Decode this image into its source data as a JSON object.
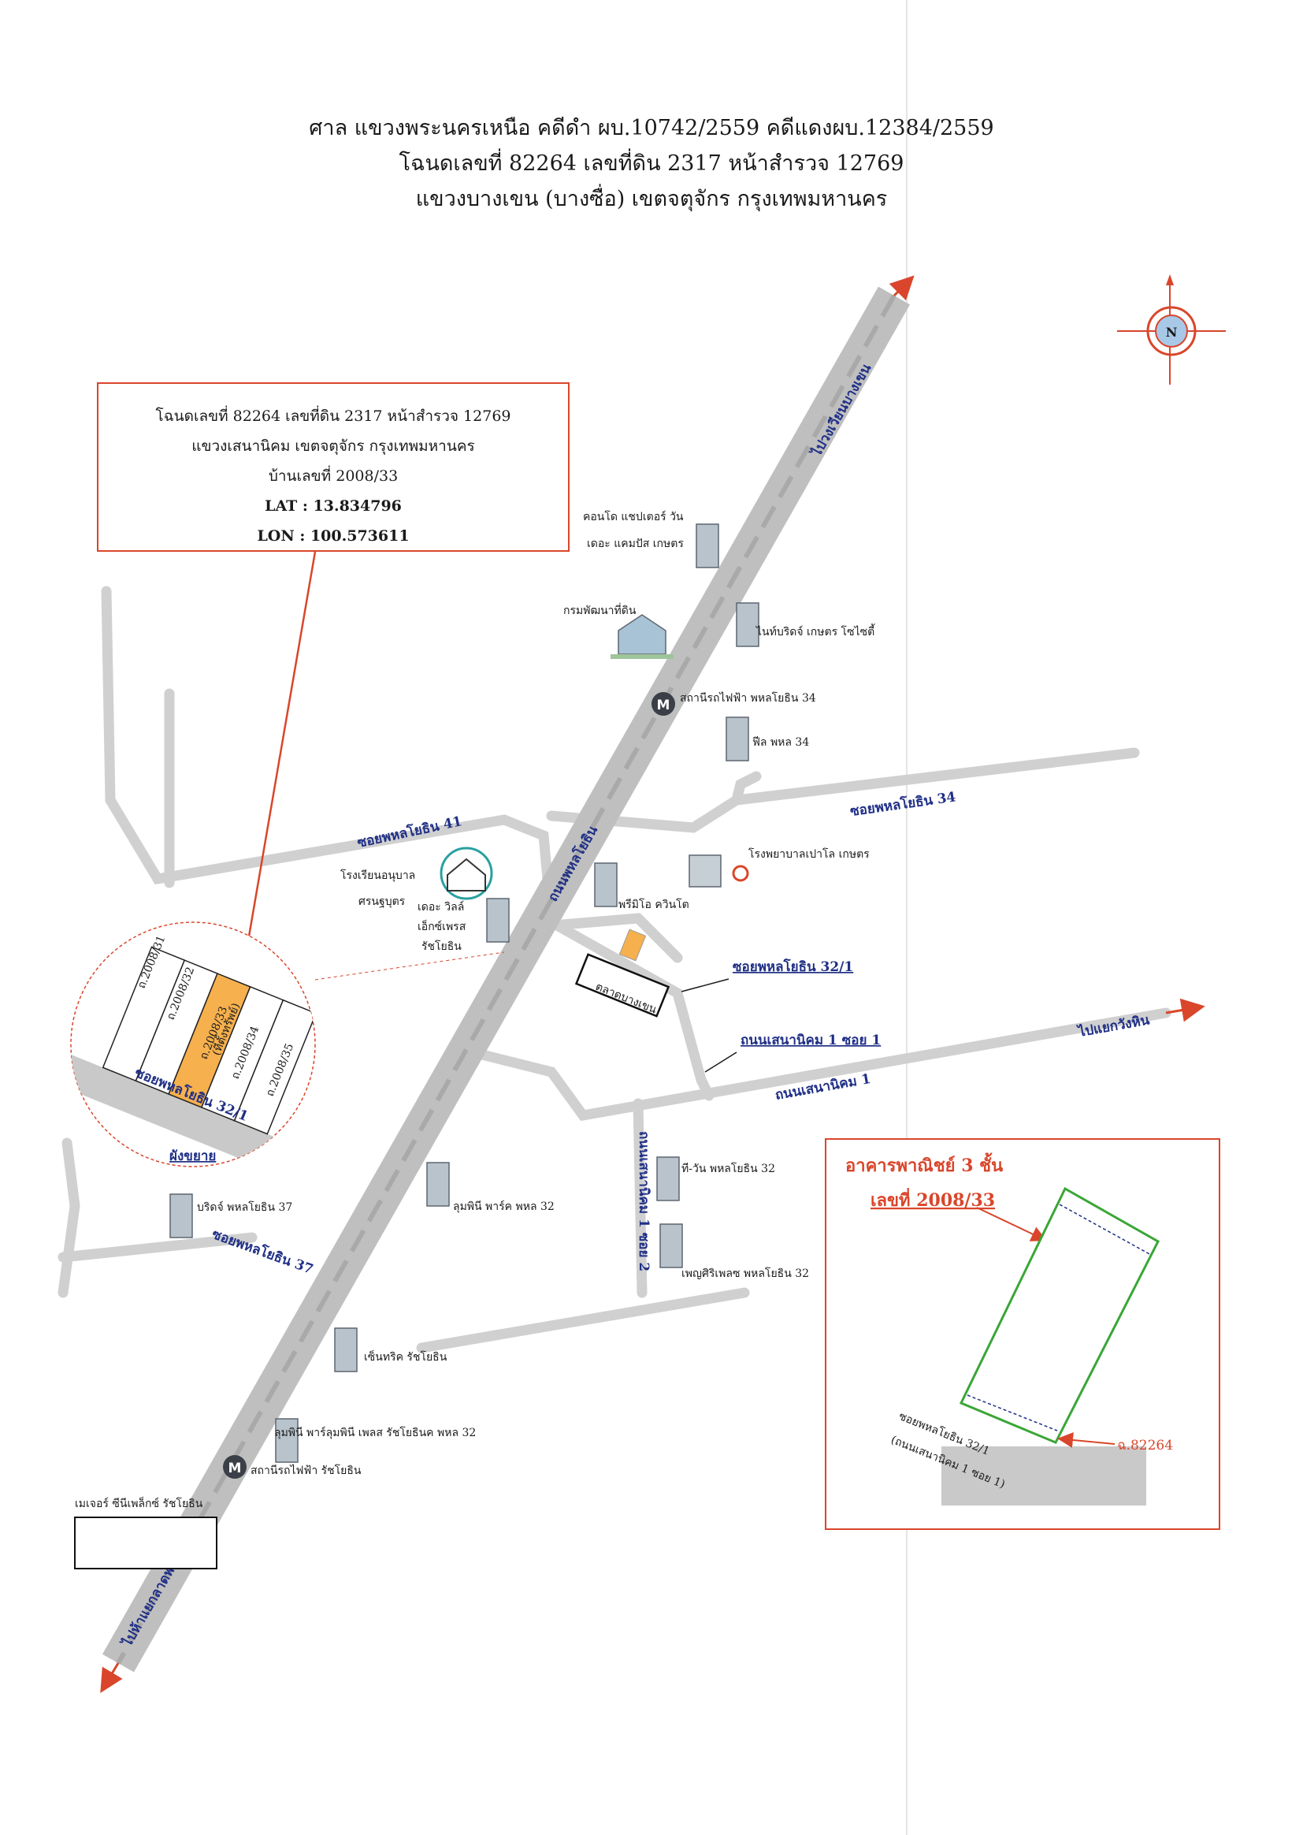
{
  "header": {
    "line1": "ศาล แขวงพระนครเหนือ  คดีดำ ผบ.10742/2559  คดีแดงผบ.12384/2559",
    "line2": "โฉนดเลขที่ 82264 เลขที่ดิน 2317 หน้าสำรวจ 12769",
    "line3": "แขวงบางเขน (บางซื่อ)  เขตจตุจักร  กรุงเทพมหานคร"
  },
  "info_box": {
    "line1": "โฉนดเลขที่ 82264 เลขที่ดิน 2317 หน้าสำรวจ 12769",
    "line2": "แขวงเสนานิคม เขตจตุจักร กรุงเทพมหานคร",
    "line3": "บ้านเลขที่ 2008/33",
    "lat": "LAT : 13.834796",
    "lon": "LON : 100.573611"
  },
  "compass": {
    "letter": "N"
  },
  "roads": {
    "main_road": "ถนนพหลโยธิน",
    "to_ngam_wong_wan": "ไปวงเวียนบางเขน",
    "to_lat_phrao": "ไปห้าแยกลาดพร้าว",
    "to_lat_phrao_junction": "ไปแยกวังหิน",
    "soi_41": "ซอยพหลโยธิน 41",
    "soi_34": "ซอยพหลโยธิน 34",
    "soi_32_1": "ซอยพหลโยธิน 32/1",
    "soi_37": "ซอยพหลโยธิน 37",
    "sena_nikhom_1_soi_1": "ถนนเสนานิคม 1 ซอย 1",
    "sena_nikhom_1": "ถนนเสนานิคม 1",
    "sena_nikhom_1_soi_2": "ถนนเสนานิคม 1 ซอย 2"
  },
  "landmarks": {
    "condo_chapter_one_1": "คอนโด แชปเตอร์ วัน",
    "condo_chapter_one_2": "เดอะ แคมปัส เกษตร",
    "land_dept": "กรมพัฒนาที่ดิน",
    "knightsbridge": "ไนท์บริดจ์ เกษตร โซไซตี้",
    "bts_phahon_34": "สถานีรถไฟฟ้า พหลโยธิน 34",
    "feel_phahol": "ฟีล พหล 34",
    "hospital": "โรงพยาบาลเปาโล เกษตร",
    "premio": "พรีมิโอ ควินโต",
    "kindergarten_1": "โรงเรียนอนุบาล",
    "kindergarten_2": "ศรนฐบุตร",
    "the_will_1": "เดอะ วิลล์",
    "the_will_2": "เอ็กซ์เพรส",
    "the_will_3": "รัชโยธิน",
    "bang_khen_market": "ตลาดบางเขน",
    "t_one": "ที-วัน พหลโยธิน 32",
    "umphini_park": "ลุมพินี พาร์ค พหล 32",
    "bridge_37": "บริดจ์ พหลโยธิน 37",
    "chewathai": "เพญศิริเพลซ พหลโยธิน 32",
    "centric": "เซ็นทริค รัชโยธิน",
    "lumpini_place": "ลุมพินี พาร์ลุมพินี เพลส รัชโยธินค พหล 32",
    "bts_ratchayothin": "สถานีรถไฟฟ้า รัชโยธิน",
    "major": "เมเจอร์ ซีนีเพล็กซ์ รัชโยธิน",
    "metro_symbol": "M"
  },
  "inset": {
    "plot_31": "ถ.2008/31",
    "plot_32": "ถ.2008/32",
    "plot_33": "ถ.2008/33",
    "plot_33_note": "(ที่ตั้งทรัพย์)",
    "plot_34": "ถ.2008/34",
    "plot_35": "ถ.2008/35",
    "road": "ซอยพหลโยธิน 32/1",
    "caption": "ผังขยาย"
  },
  "detail_box": {
    "title": "อาคารพาณิชย์ 3 ชั้น",
    "number": "เลขที่ 2008/33",
    "road_line1": "ซอยพหลโยธิน 32/1",
    "road_line2": "(ถนนเสนานิคม 1 ซอย 1)",
    "deed": "ฉ.82264"
  },
  "colors": {
    "accent_red": "#d9462b",
    "road_gray": "#c9c9c9",
    "highlight_orange": "#f6b04d",
    "road_label_blue": "#1f2f86",
    "plot_green": "#3aa636"
  }
}
